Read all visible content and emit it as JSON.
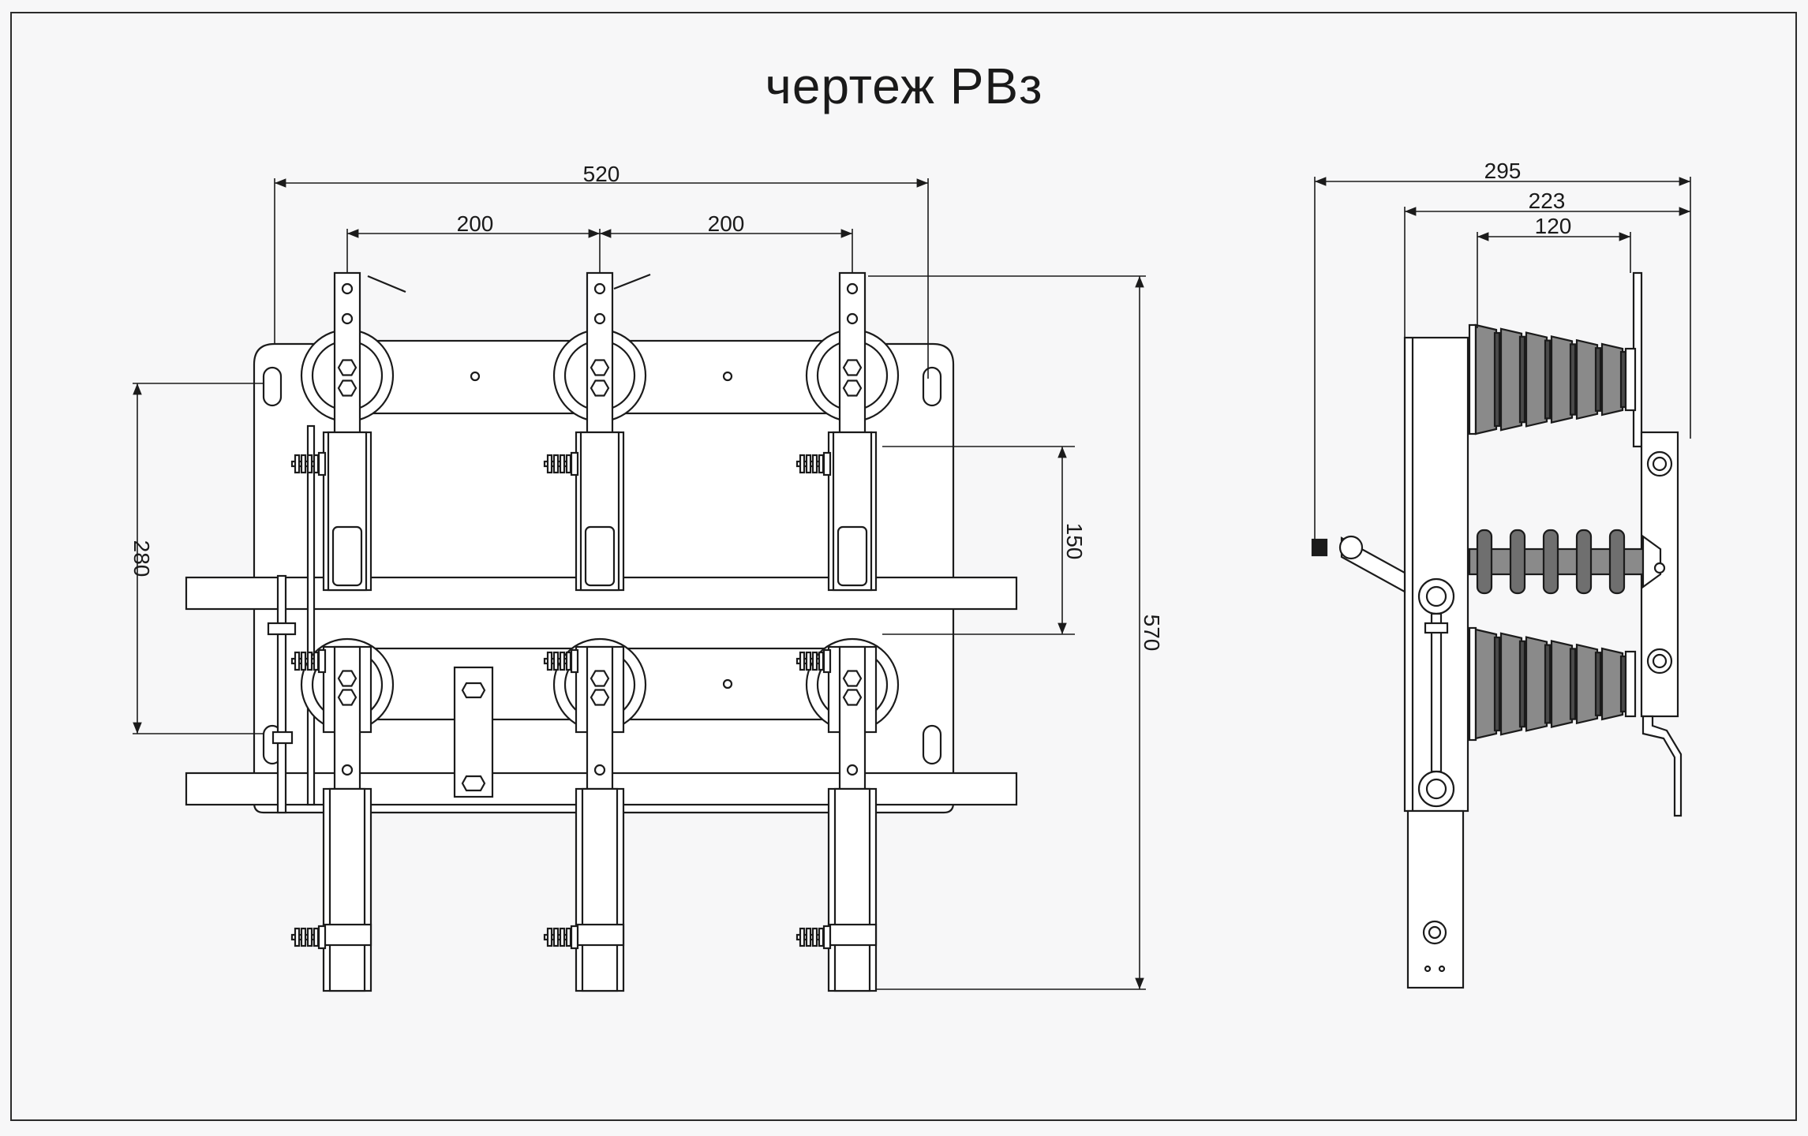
{
  "title": "чертеж РВз",
  "front_view": {
    "dim_overall_width": "520",
    "dim_pole_spacing_left": "200",
    "dim_pole_spacing_right": "200",
    "dim_mount_holes": "280",
    "dim_contact_gap": "150",
    "dim_overall_height": "570"
  },
  "side_view": {
    "dim_total_depth": "295",
    "dim_frame_depth": "223",
    "dim_insulator_length": "120"
  },
  "colors": {
    "line": "#1b1b1b",
    "fill_light": "#ffffff",
    "insulator_fill": "#6f6f6f",
    "paper": "#f7f7f8"
  }
}
